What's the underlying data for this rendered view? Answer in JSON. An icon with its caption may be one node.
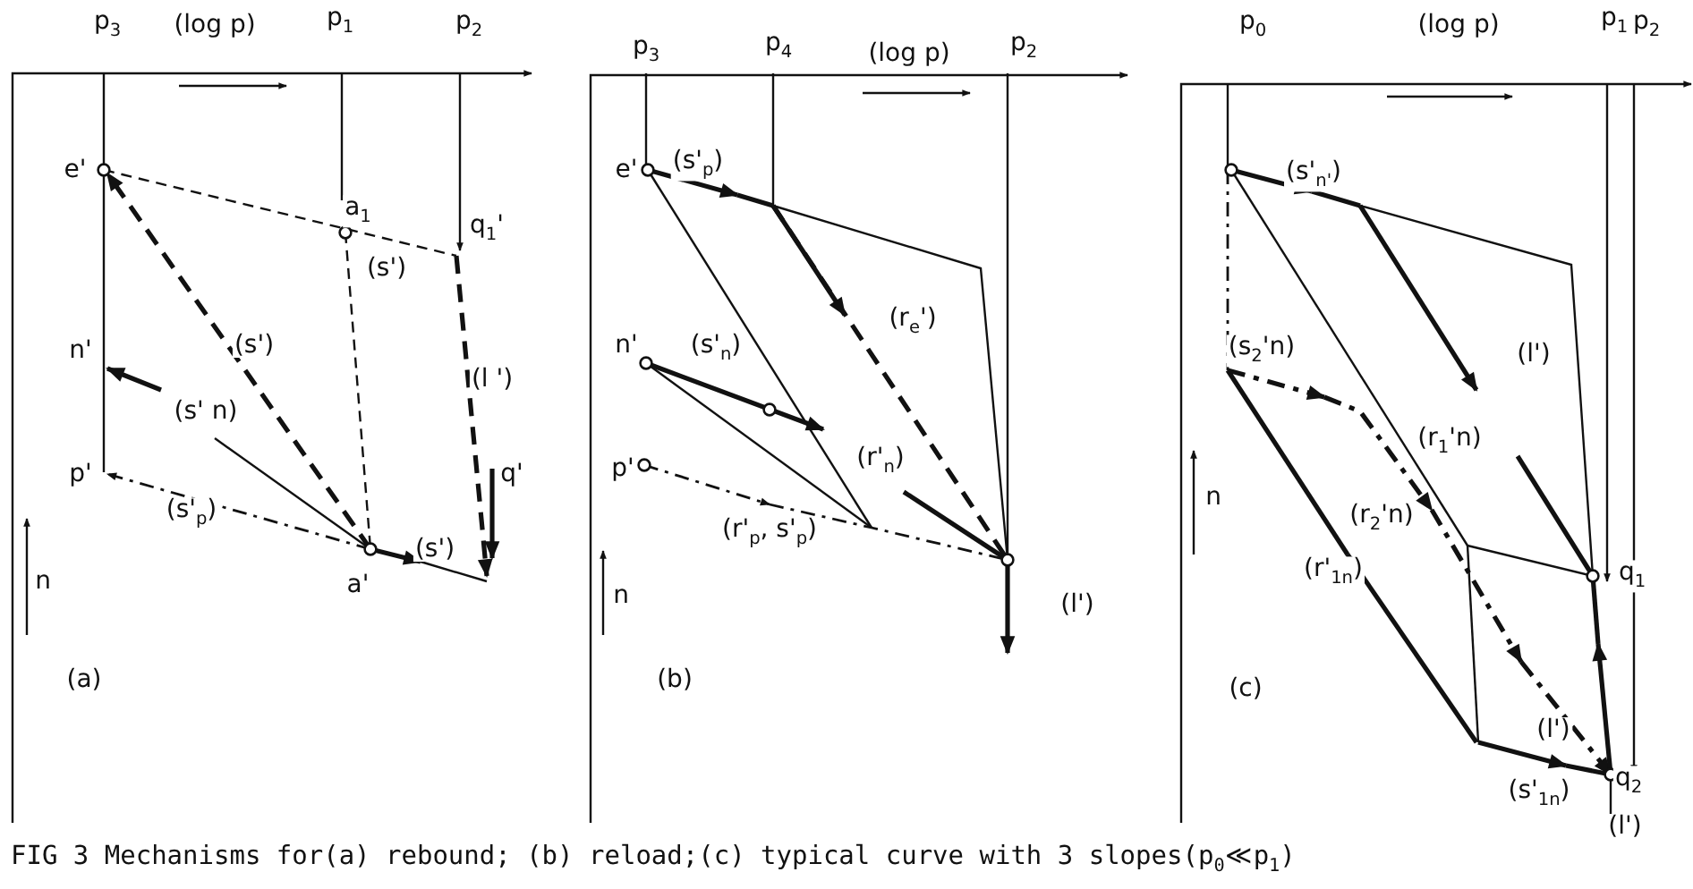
{
  "diagram": {
    "caption": "FIG 3 Mechanisms for(a) rebound; (b) reload;(c) typical curve with 3 slopes(p$_{0}$≪p$_{1}$)",
    "labels": [
      "p$_{3}$",
      "(log p)",
      "p$_{1}$",
      "p$_{2}$",
      "e'",
      "a$_{1}$",
      "q$_{1}$'",
      "(s')",
      "n'",
      "(s')",
      "(l ')",
      "(s' n)",
      "p'",
      "q'",
      "(s'$_{p}$)",
      "(s')",
      "n",
      "a'",
      "(a)",
      "p$_{3}$",
      "p$_{4}$",
      "(log p)",
      "p$_{2}$",
      "e'",
      "(s'$_{p}$)",
      "(r$_{e}$')",
      "n'",
      "(s'$_{n}$)",
      "p'",
      "(r'$_{n}$)",
      "(r'$_{p}$, s'$_{p}$)",
      "(l')",
      "n",
      "(b)",
      "p$_{0}$",
      "(log p)",
      "p$_{1}$",
      "p$_{2}$",
      "(s'$_{n'}$)",
      "(s$_{2}$'n)",
      "(l')",
      "(r$_{1}$'n)",
      "(r$_{2}$'n)",
      "n",
      "(r'$_{1n}$)",
      "q$_{1}$",
      "(c)",
      "(l')",
      "(s'$_{1n}$)",
      "q$_{2}$",
      "(l')"
    ]
  }
}
